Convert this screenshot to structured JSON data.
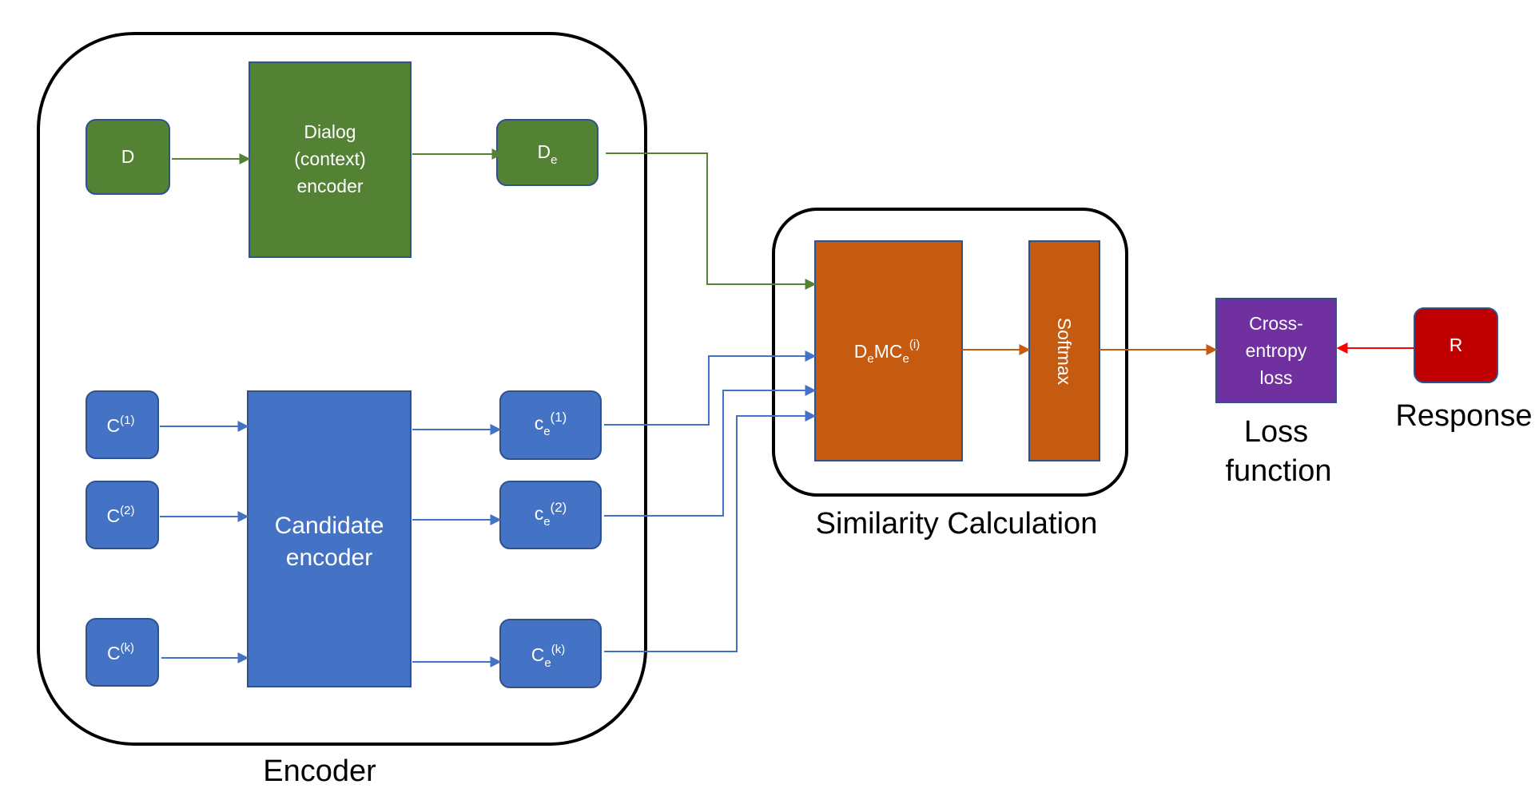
{
  "colors": {
    "green": "#548235",
    "blue": "#4472c4",
    "orange": "#c55a11",
    "purple": "#7030a0",
    "red": "#c00000",
    "border": "#000000",
    "text_on_box": "#ffffff"
  },
  "encoder": {
    "label": "Encoder",
    "dialog_input": "D",
    "dialog_encoder": [
      "Dialog",
      "(context)",
      "encoder"
    ],
    "dialog_output": {
      "base": "D",
      "sub": "e"
    },
    "candidates": [
      {
        "base": "C",
        "sup": "(1)"
      },
      {
        "base": "C",
        "sup": "(2)"
      },
      {
        "base": "C",
        "sup": "(k)"
      }
    ],
    "candidate_encoder": [
      "Candidate",
      "encoder"
    ],
    "candidate_outputs": [
      {
        "base": "c",
        "sub": "e",
        "sup": "(1)"
      },
      {
        "base": "c",
        "sub": "e",
        "sup": "(2)"
      },
      {
        "base": "C",
        "sub": "e",
        "sup": "(k)"
      }
    ]
  },
  "similarity": {
    "label": "Similarity Calculation",
    "product": {
      "a": "D",
      "a_sub": "e",
      "mid": "MC",
      "b_sub": "e",
      "b_sup": "(i)"
    },
    "softmax": "Softmax"
  },
  "loss": {
    "box_lines": [
      "Cross-",
      "entropy",
      "loss"
    ],
    "label_lines": [
      "Loss",
      "function"
    ]
  },
  "response": {
    "box": "R",
    "label": "Response"
  }
}
